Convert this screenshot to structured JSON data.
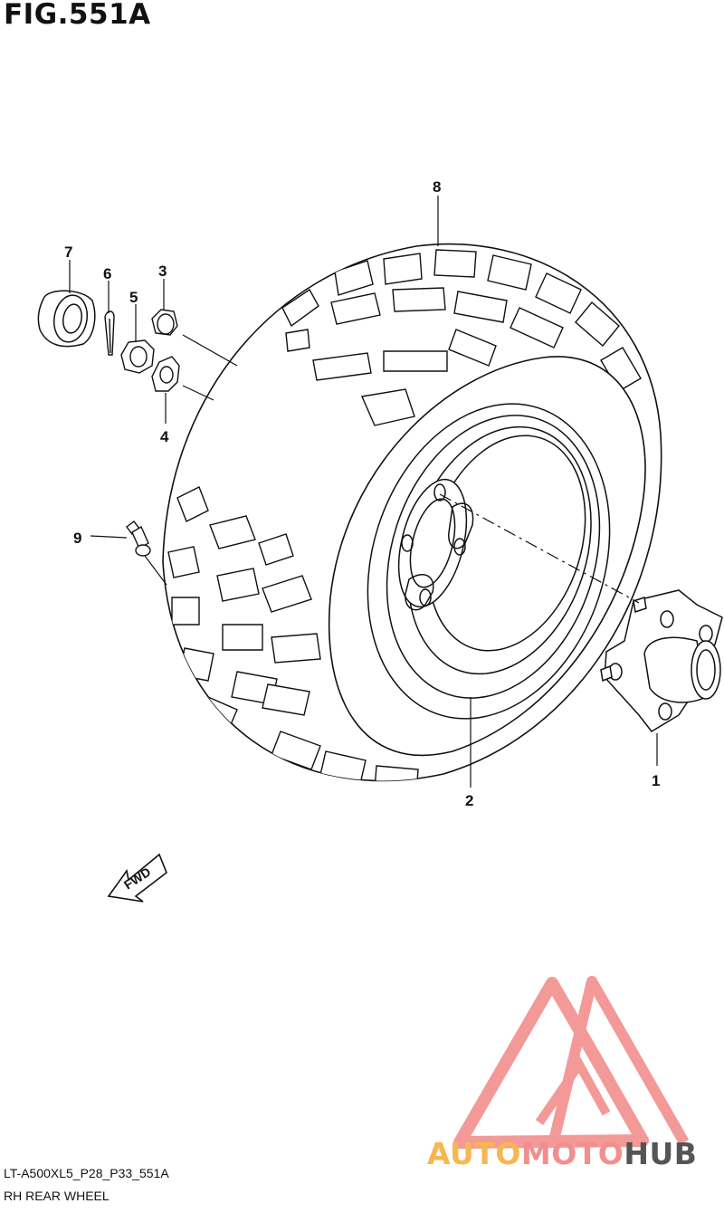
{
  "figure": {
    "title": "FIG.551A"
  },
  "callouts": [
    {
      "id": "1",
      "label": "1"
    },
    {
      "id": "2",
      "label": "2"
    },
    {
      "id": "3",
      "label": "3"
    },
    {
      "id": "4",
      "label": "4"
    },
    {
      "id": "5",
      "label": "5"
    },
    {
      "id": "6",
      "label": "6"
    },
    {
      "id": "7",
      "label": "7"
    },
    {
      "id": "8",
      "label": "8"
    },
    {
      "id": "9",
      "label": "9"
    }
  ],
  "fwd_arrow": {
    "label": "FWD"
  },
  "footer": {
    "code": "LT-A500XL5_P28_P33_551A",
    "name": "RH REAR WHEEL"
  },
  "watermark": {
    "part1": "AUTO",
    "part2": "MOTO",
    "part3": "HUB",
    "colors": {
      "auto": "#f7b74e",
      "moto": "#f28f8d",
      "hub": "#555555"
    }
  }
}
